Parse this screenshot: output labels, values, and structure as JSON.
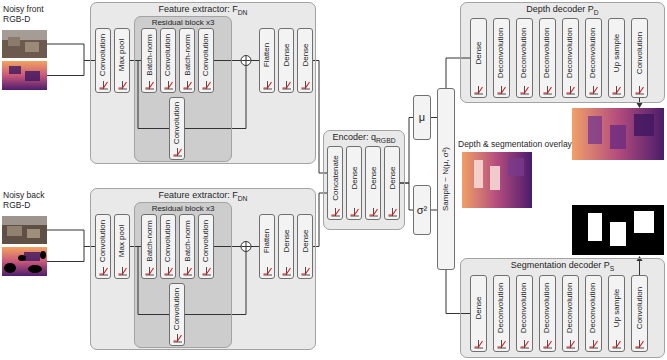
{
  "diagram": {
    "nodes": [
      {
        "text": [
          "Feature extractor: F",
          "DN"
        ]
      },
      {
        "text": [
          "Convolution"
        ],
        "in": 0
      },
      {
        "text": [
          "Max pool"
        ],
        "in": 0
      },
      {
        "text": [
          "Residual block x3"
        ],
        "in": 0
      },
      {
        "text": [
          "Batch-norm"
        ],
        "in": 3
      },
      {
        "text": [
          "Convolution"
        ],
        "in": 3
      },
      {
        "text": [
          "Batch-norm"
        ],
        "in": 3
      },
      {
        "text": [
          "Convolution"
        ],
        "in": 3
      },
      {
        "text": [
          "Convolution"
        ],
        "in": 3
      },
      {
        "text": [
          "Flatten"
        ],
        "in": 0
      },
      {
        "text": [
          "Dense"
        ],
        "in": 0
      },
      {
        "text": [
          "Dense"
        ],
        "in": 0
      },
      {
        "text": [
          "Feature extractor: F",
          "DN"
        ]
      },
      {
        "text": [
          "Convolution"
        ],
        "in": 12
      },
      {
        "text": [
          "Max pool"
        ],
        "in": 12
      },
      {
        "text": [
          "Residual block x3"
        ],
        "in": 12
      },
      {
        "text": [
          "Batch-norm"
        ],
        "in": 15
      },
      {
        "text": [
          "Convolution"
        ],
        "in": 15
      },
      {
        "text": [
          "Batch-norm"
        ],
        "in": 15
      },
      {
        "text": [
          "Convolution"
        ],
        "in": 15
      },
      {
        "text": [
          "Convolution"
        ],
        "in": 15
      },
      {
        "text": [
          "Flatten"
        ],
        "in": 12
      },
      {
        "text": [
          "Dense"
        ],
        "in": 12
      },
      {
        "text": [
          "Dense"
        ],
        "in": 12
      },
      {
        "text": [
          "Encoder: q",
          "RGBD"
        ]
      },
      {
        "text": [
          "Concatenate"
        ],
        "in": 24
      },
      {
        "text": [
          "Dense"
        ],
        "in": 24
      },
      {
        "text": [
          "Dense"
        ],
        "in": 24
      },
      {
        "text": [
          "Dense"
        ],
        "in": 24
      },
      {
        "text": [
          "μ"
        ]
      },
      {
        "text": [
          "σ²"
        ]
      },
      {
        "text": [
          "Sample ~ N(μ, σ²)"
        ]
      },
      {
        "text": [
          "Depth decoder P",
          "D"
        ]
      },
      {
        "text": [
          "Dense"
        ],
        "in": 32
      },
      {
        "text": [
          "Deconvolution"
        ],
        "in": 32
      },
      {
        "text": [
          "Deconvolution"
        ],
        "in": 32
      },
      {
        "text": [
          "Deconvolution"
        ],
        "in": 32
      },
      {
        "text": [
          "Deconvolution"
        ],
        "in": 32
      },
      {
        "text": [
          "Deconvolution"
        ],
        "in": 32
      },
      {
        "text": [
          "Up sample"
        ],
        "in": 32
      },
      {
        "text": [
          "Convolution"
        ],
        "in": 32
      },
      {
        "text": [
          "Segmentation decoder P",
          "S"
        ]
      },
      {
        "text": [
          "Dense"
        ],
        "in": 41
      },
      {
        "text": [
          "Deconvolution"
        ],
        "in": 41
      },
      {
        "text": [
          "Deconvolution"
        ],
        "in": 41
      },
      {
        "text": [
          "Deconvolution"
        ],
        "in": 41
      },
      {
        "text": [
          "Deconvolution"
        ],
        "in": 41
      },
      {
        "text": [
          "Deconvolution"
        ],
        "in": 41
      },
      {
        "text": [
          "Up sample"
        ],
        "in": 41
      },
      {
        "text": [
          "Convolution"
        ],
        "in": 41
      }
    ],
    "edges": [
      {
        "from": 2,
        "to": 4,
        "arrow": "none"
      },
      {
        "from": 2,
        "to": 8,
        "arrow": "none"
      },
      {
        "from": 7,
        "to": 9,
        "arrow": "none"
      },
      {
        "from": 8,
        "to": 9,
        "arrow": "none"
      },
      {
        "from": 14,
        "to": 16,
        "arrow": "none"
      },
      {
        "from": 14,
        "to": 20,
        "arrow": "none"
      },
      {
        "from": 19,
        "to": 21,
        "arrow": "none"
      },
      {
        "from": 20,
        "to": 21,
        "arrow": "none"
      },
      {
        "from": 11,
        "to": 25,
        "arrow": "none"
      },
      {
        "from": 23,
        "to": 25,
        "arrow": "none"
      },
      {
        "from": 28,
        "to": 29,
        "arrow": "none"
      },
      {
        "from": 28,
        "to": 30,
        "arrow": "none"
      },
      {
        "from": 29,
        "to": 31,
        "arrow": "none"
      },
      {
        "from": 30,
        "to": 31,
        "arrow": "none"
      },
      {
        "from": 31,
        "to": 33,
        "arrow": "none"
      },
      {
        "from": 31,
        "to": 42,
        "arrow": "none"
      }
    ],
    "labels": [
      "Noisy front RGB-D",
      "Noisy back RGB-D",
      "Depth & segmentation overlay"
    ]
  }
}
